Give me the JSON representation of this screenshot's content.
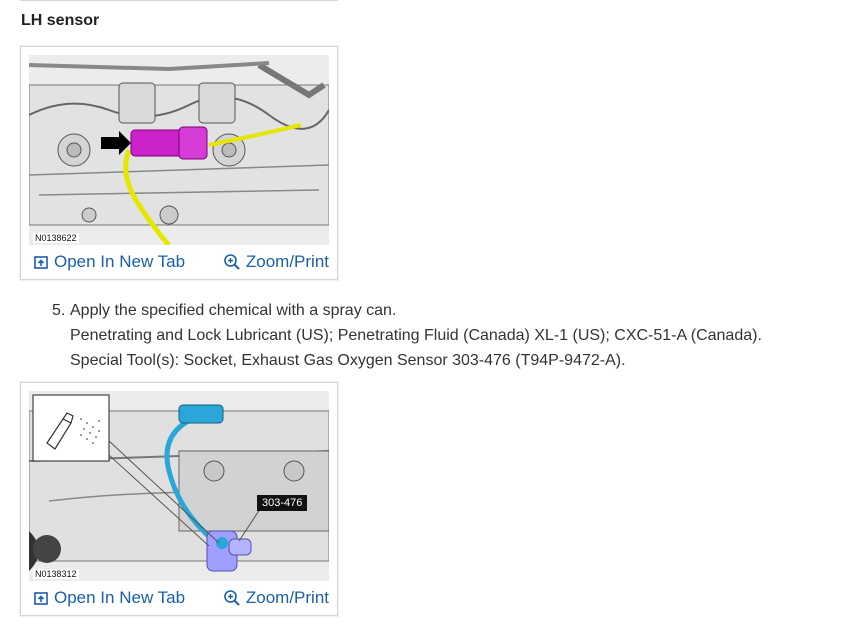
{
  "section": {
    "title": "LH sensor"
  },
  "figures": [
    {
      "code": "N0138622",
      "open_label": "Open In New Tab",
      "zoom_label": "Zoom/Print"
    },
    {
      "code": "N0138312",
      "tool_callout": "303-476",
      "open_label": "Open In New Tab",
      "zoom_label": "Zoom/Print"
    }
  ],
  "step": {
    "number": "5.",
    "text": "Apply the specified chemical with a spray can.",
    "materials": "Penetrating and Lock Lubricant (US); Penetrating Fluid (Canada) XL-1 (US); CXC-51-A (Canada).",
    "tools": "Special Tool(s): Socket, Exhaust Gas Oxygen Sensor 303-476 (T94P-9472-A)."
  },
  "colors": {
    "link": "#1a5fa8",
    "connector": "#cc22cc",
    "harness_yellow": "#e6e600",
    "sensor_blue": "#2aa7d8",
    "socket_violet": "#9f9fff"
  }
}
